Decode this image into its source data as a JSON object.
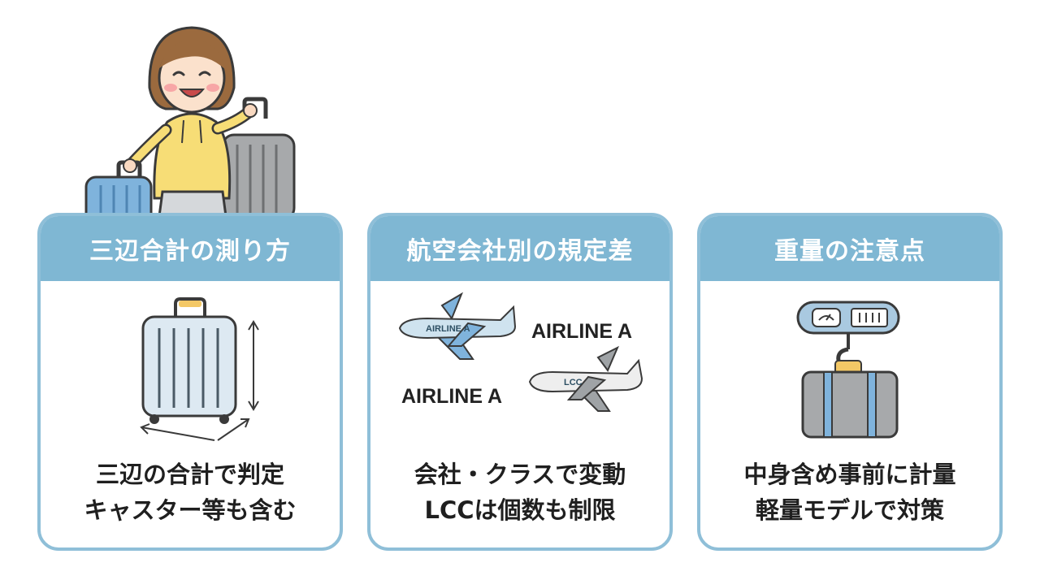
{
  "colors": {
    "header": "#7fb7d3",
    "border": "#8fbfd8",
    "hoodie": "#f7dd76",
    "blue_suitcase": "#7fb3dc",
    "gray_suitcase": "#a7a9ab",
    "plane": "#cfe3ef"
  },
  "cards": [
    {
      "title": "三辺合計の測り方",
      "icon": "suitcase-measure-icon",
      "caption": [
        "三辺の合計で判定",
        "キャスター等も含む"
      ]
    },
    {
      "title": "航空会社別の規定差",
      "icon": "airplane-icon",
      "plane_labels": [
        "AIRLINE A",
        "LCC"
      ],
      "side_labels": [
        "AIRLINE A",
        "AIRLINE A"
      ],
      "caption": [
        "会社・クラスで変動",
        "LCCは個数も制限"
      ]
    },
    {
      "title": "重量の注意点",
      "icon": "luggage-scale-icon",
      "caption": [
        "中身含め事前に計量",
        "軽量モデルで対策"
      ]
    }
  ]
}
